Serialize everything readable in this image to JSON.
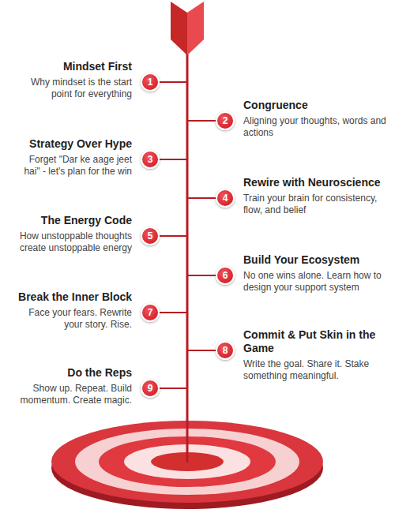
{
  "diagram": {
    "nodes": [
      {
        "text": [
          "1"
        ]
      },
      {
        "text": [
          "2"
        ]
      },
      {
        "text": [
          "3"
        ]
      },
      {
        "text": [
          "4"
        ]
      },
      {
        "text": [
          "5"
        ]
      },
      {
        "text": [
          "6"
        ]
      },
      {
        "text": [
          "7"
        ]
      },
      {
        "text": [
          "8"
        ]
      },
      {
        "text": [
          "9"
        ]
      }
    ],
    "labels": [
      "Mindset First",
      "Why mindset is the start point for everything",
      "Congruence",
      "Aligning your thoughts, words and actions",
      "Strategy Over Hype",
      "Forget \"Dar ke aage jeet hai\" - let's plan for the win",
      "Rewire with Neuroscience",
      "Train your brain for consistency, flow, and belief",
      "The Energy Code",
      "How unstoppable thoughts create unstoppable energy",
      "Build Your Ecosystem",
      "No one wins alone. Learn how to design your support system",
      "Break the Inner Block",
      "Face your fears. Rewrite your story. Rise.",
      "Commit & Put Skin in the Game",
      "Write the goal. Share it. Stake something meaningful.",
      "Do the Reps",
      "Show up. Repeat. Build momentum. Create magic."
    ]
  }
}
